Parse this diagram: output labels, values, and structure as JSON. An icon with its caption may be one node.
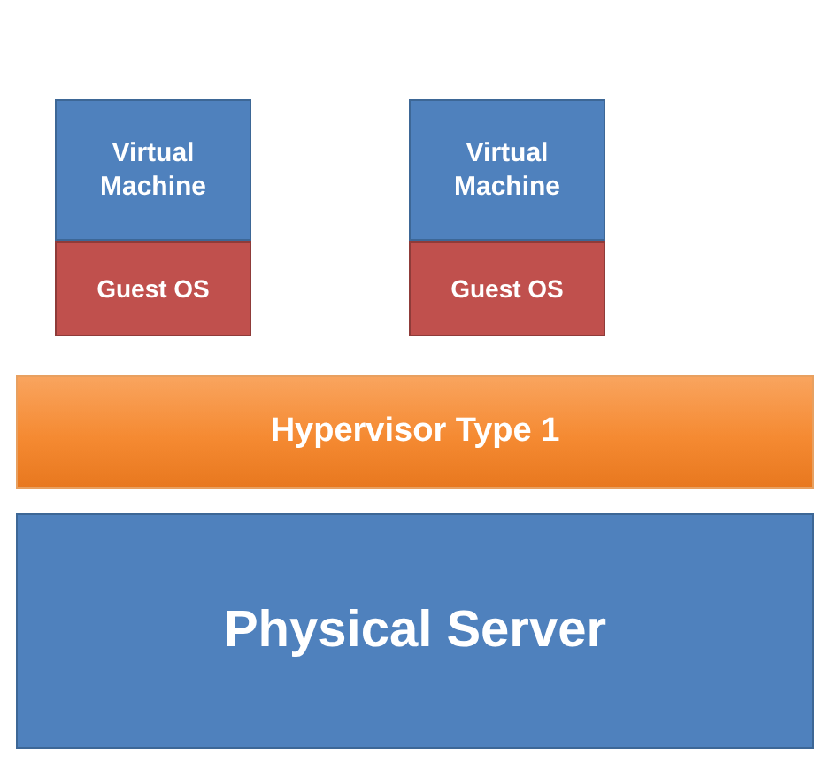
{
  "diagram": {
    "nodes": [
      {
        "text": [
          "Virtual Machine"
        ]
      },
      {
        "text": [
          "Guest OS"
        ]
      },
      {
        "text": [
          "Virtual Machine"
        ]
      },
      {
        "text": [
          "Guest OS"
        ]
      },
      {
        "text": [
          "Hypervisor Type 1"
        ]
      },
      {
        "text": [
          "Physical Server"
        ]
      }
    ]
  }
}
